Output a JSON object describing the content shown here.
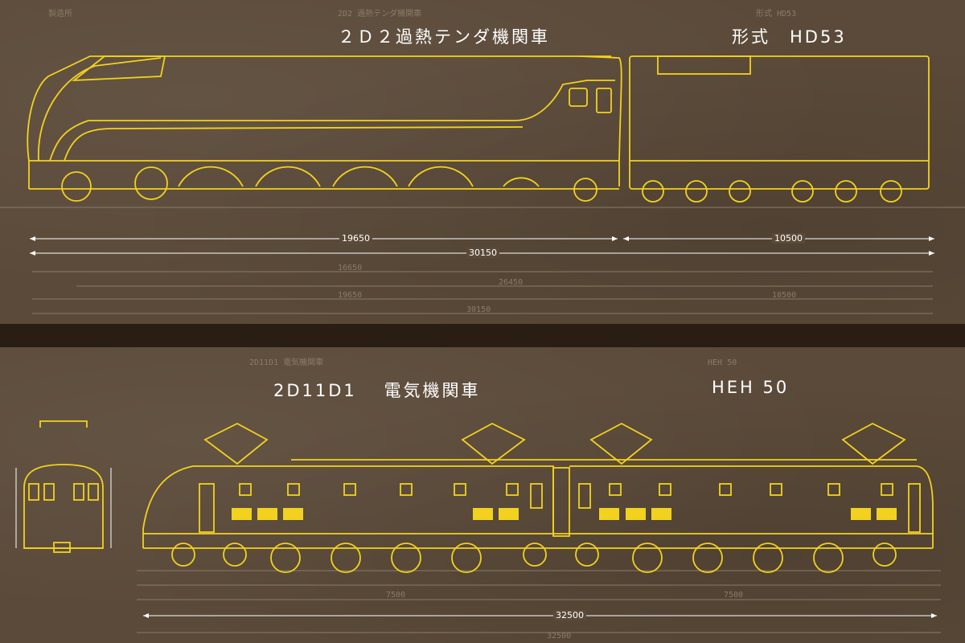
{
  "locomotive_top": {
    "title": "２Ｄ２過熱テンダ機関車",
    "model": "形式　HD53",
    "dimensions": {
      "locomotive_length": "19650",
      "tender_length": "10500",
      "overall_length": "30150"
    }
  },
  "locomotive_bottom": {
    "title": "2D11D1　 電気機関車",
    "model": "HEH 50",
    "dimensions": {
      "overall_length": "32500"
    }
  },
  "colors": {
    "background": "#5b4a39",
    "divider": "#2a1d14",
    "drawing_lines": "#f2d21e",
    "dimension_lines": "#ffffff"
  }
}
